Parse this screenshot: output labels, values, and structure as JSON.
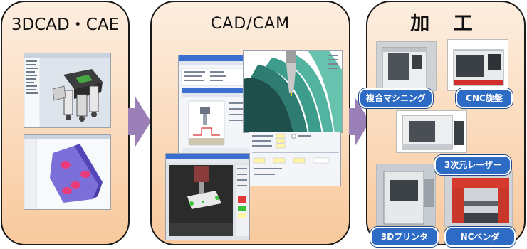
{
  "panels": {
    "cae": {
      "title": "3DCAD・CAE"
    },
    "cam": {
      "title": "CAD/CAM"
    },
    "processing": {
      "title": "加 工"
    }
  },
  "machines": [
    {
      "label": "複合マシニング"
    },
    {
      "label": "CNC旋盤"
    },
    {
      "label": "3次元レーザー"
    },
    {
      "label": "3Dプリンタ"
    },
    {
      "label": "NCベンダ"
    }
  ],
  "colors": {
    "panel_top": "#fdeee0",
    "panel_bottom": "#f8c99c",
    "arrow": "#9a80b6",
    "badge": "#2e6bc4"
  }
}
